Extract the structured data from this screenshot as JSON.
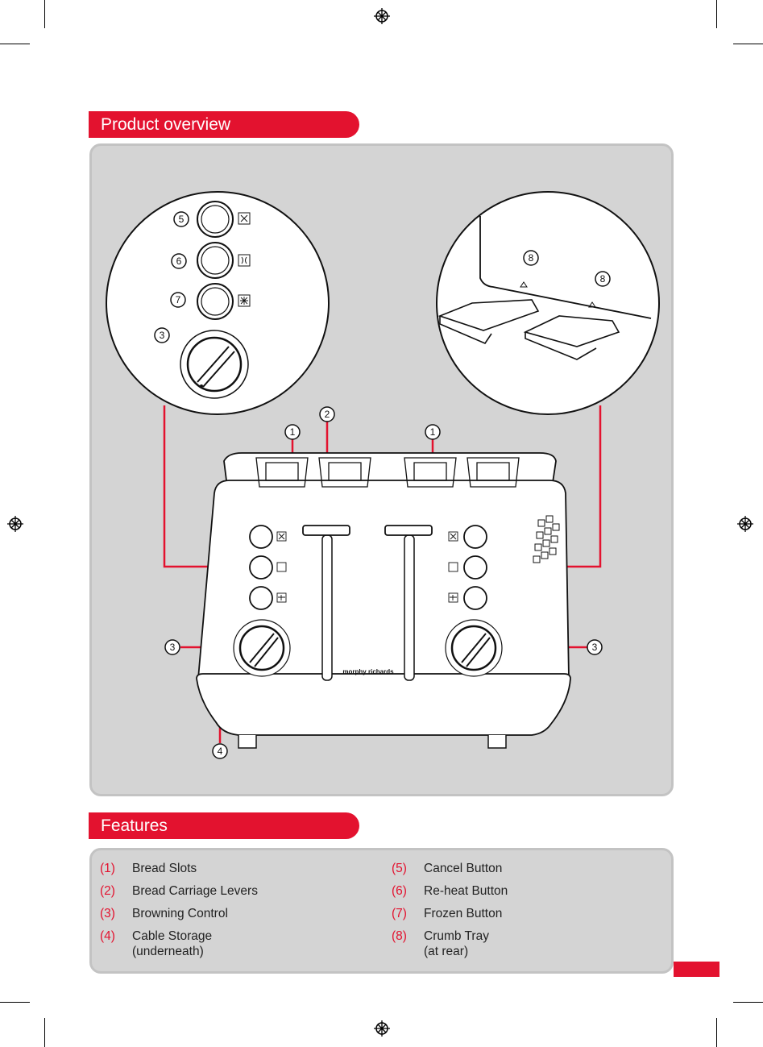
{
  "sections": {
    "overview_title": "Product overview",
    "features_title": "Features"
  },
  "callouts": {
    "bread_slots": "1",
    "levers": "2",
    "browning": "3",
    "cable": "4",
    "cancel": "5",
    "reheat": "6",
    "frozen": "7",
    "crumb_tray": "8"
  },
  "brand_label": "morphy richards",
  "features": [
    {
      "num": "(1)",
      "label": "Bread Slots",
      "sub": ""
    },
    {
      "num": "(2)",
      "label": "Bread Carriage Levers",
      "sub": ""
    },
    {
      "num": "(3)",
      "label": "Browning Control",
      "sub": ""
    },
    {
      "num": "(4)",
      "label": "Cable Storage",
      "sub": "(underneath)"
    },
    {
      "num": "(5)",
      "label": "Cancel Button",
      "sub": ""
    },
    {
      "num": "(6)",
      "label": "Re-heat Button",
      "sub": ""
    },
    {
      "num": "(7)",
      "label": "Frozen Button",
      "sub": ""
    },
    {
      "num": "(8)",
      "label": "Crumb Tray",
      "sub": "(at rear)"
    }
  ],
  "colors": {
    "accent": "#e3122f",
    "panel": "#d4d4d4"
  },
  "icons": [
    "cancel-icon",
    "reheat-icon",
    "frozen-icon",
    "registration-mark-icon"
  ]
}
